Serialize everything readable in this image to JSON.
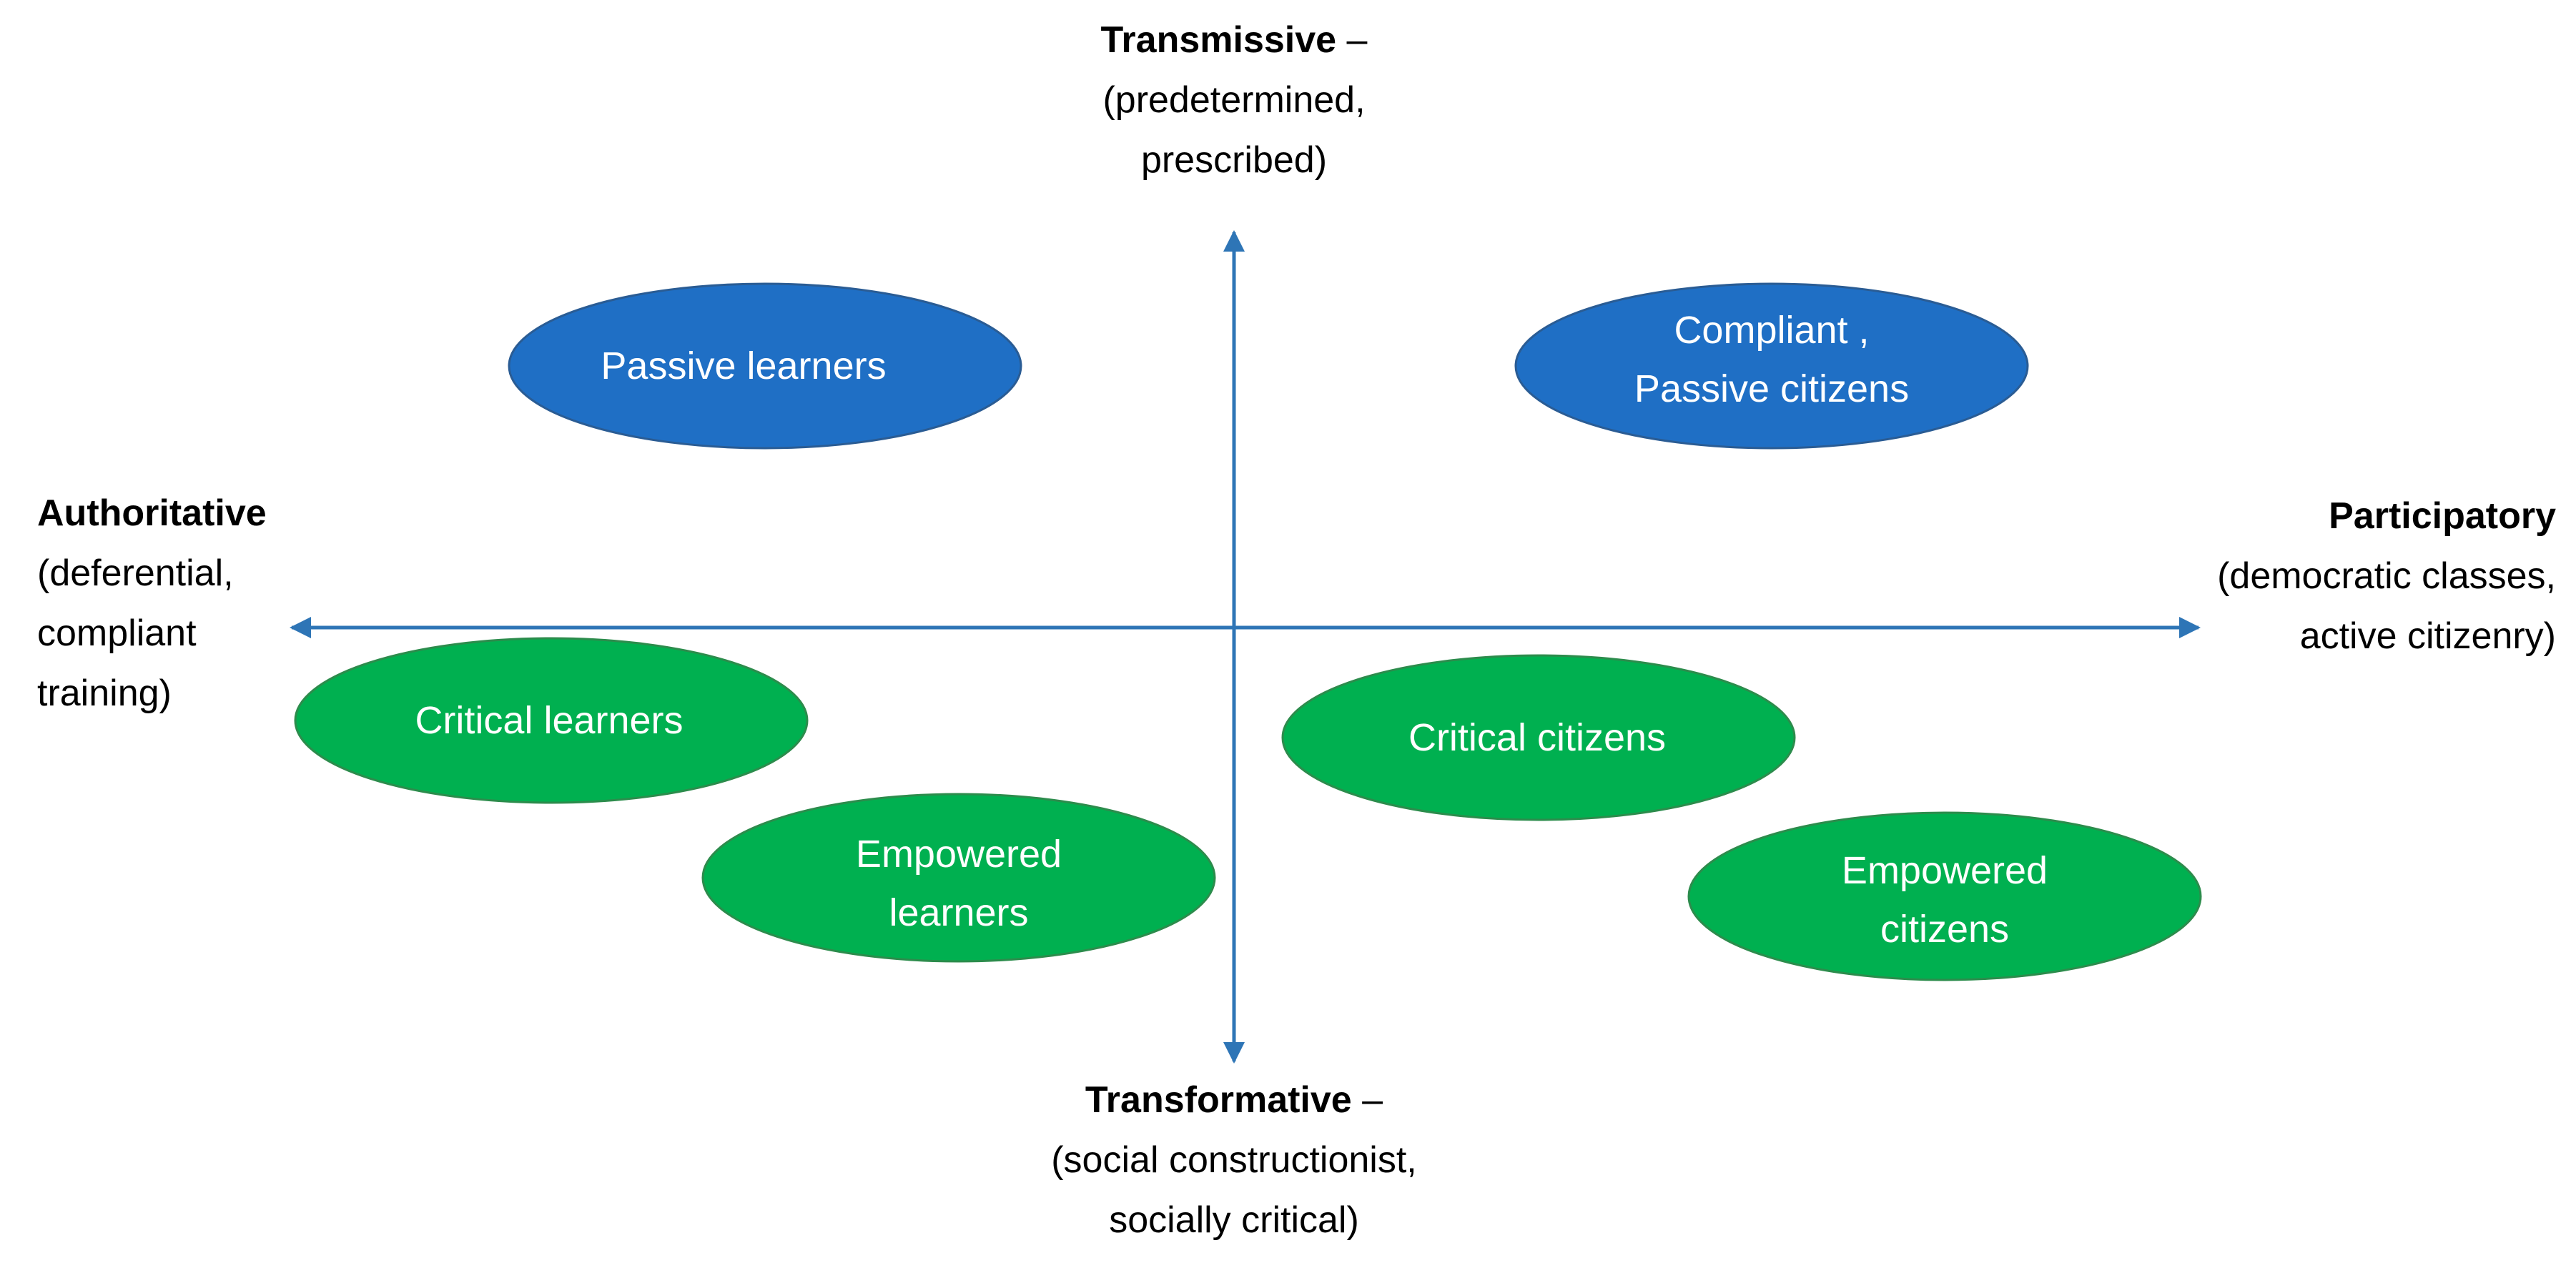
{
  "colors": {
    "axis": "#2E75B6",
    "blue_ellipse_fill": "#1F6FC5",
    "blue_ellipse_stroke": "#2A5C94",
    "green_ellipse_fill": "#00B050",
    "green_ellipse_stroke": "#2C8C4C",
    "ellipse_text": "#FFFFFF"
  },
  "axes": {
    "top": {
      "title": "Transmissive",
      "dash": " –",
      "line2": "(predetermined,",
      "line3": "prescribed)"
    },
    "bottom": {
      "title": "Transformative",
      "dash": " –",
      "line2": "(social constructionist,",
      "line3": "socially critical)"
    },
    "left": {
      "title": "Authoritative",
      "line2": "(deferential,",
      "line3": "compliant",
      "line4": "training)"
    },
    "right": {
      "title": "Participatory",
      "line2": "(democratic classes,",
      "line3": "active citizenry)"
    }
  },
  "nodes": {
    "passive_learners": {
      "lines": [
        "Passive learners"
      ],
      "color": "blue"
    },
    "compliant_citizens": {
      "lines": [
        "Compliant ,",
        "Passive citizens"
      ],
      "color": "blue"
    },
    "critical_learners": {
      "lines": [
        "Critical learners"
      ],
      "color": "green"
    },
    "empowered_learners": {
      "lines": [
        "Empowered",
        "learners"
      ],
      "color": "green"
    },
    "critical_citizens": {
      "lines": [
        "Critical citizens"
      ],
      "color": "green"
    },
    "empowered_citizens": {
      "lines": [
        "Empowered",
        "citizens"
      ],
      "color": "green"
    }
  }
}
